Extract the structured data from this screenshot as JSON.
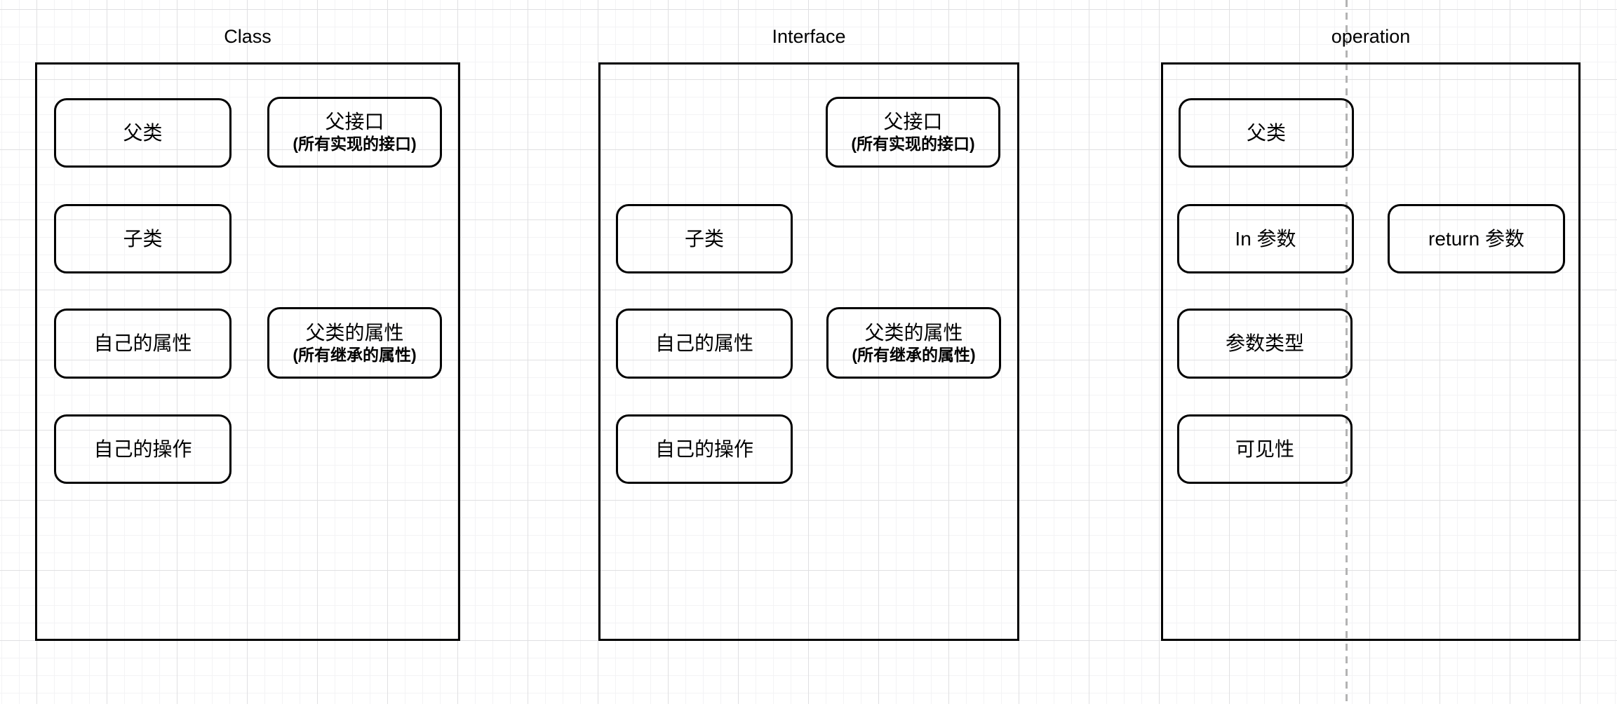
{
  "canvas": {
    "background_color": "#ffffff",
    "grid_minor_color": "#f3f3f5",
    "grid_major_color": "#e0e0e2",
    "shape_stroke_color": "#000000",
    "guide_line_color": "#b3b3b3"
  },
  "containers": [
    {
      "title": "Class",
      "boxes": [
        {
          "label": "父类"
        },
        {
          "label": "父接口",
          "sublabel": "(所有实现的接口)"
        },
        {
          "label": "子类"
        },
        {
          "label": "自己的属性"
        },
        {
          "label": "父类的属性",
          "sublabel": "(所有继承的属性)"
        },
        {
          "label": "自己的操作"
        }
      ]
    },
    {
      "title": "Interface",
      "boxes": [
        {
          "label": "父接口",
          "sublabel": "(所有实现的接口)"
        },
        {
          "label": "子类"
        },
        {
          "label": "自己的属性"
        },
        {
          "label": "父类的属性",
          "sublabel": "(所有继承的属性)"
        },
        {
          "label": "自己的操作"
        }
      ]
    },
    {
      "title": "operation",
      "boxes": [
        {
          "label": "父类"
        },
        {
          "label": "In 参数"
        },
        {
          "label": "return 参数"
        },
        {
          "label": "参数类型"
        },
        {
          "label": "可见性"
        }
      ]
    }
  ]
}
